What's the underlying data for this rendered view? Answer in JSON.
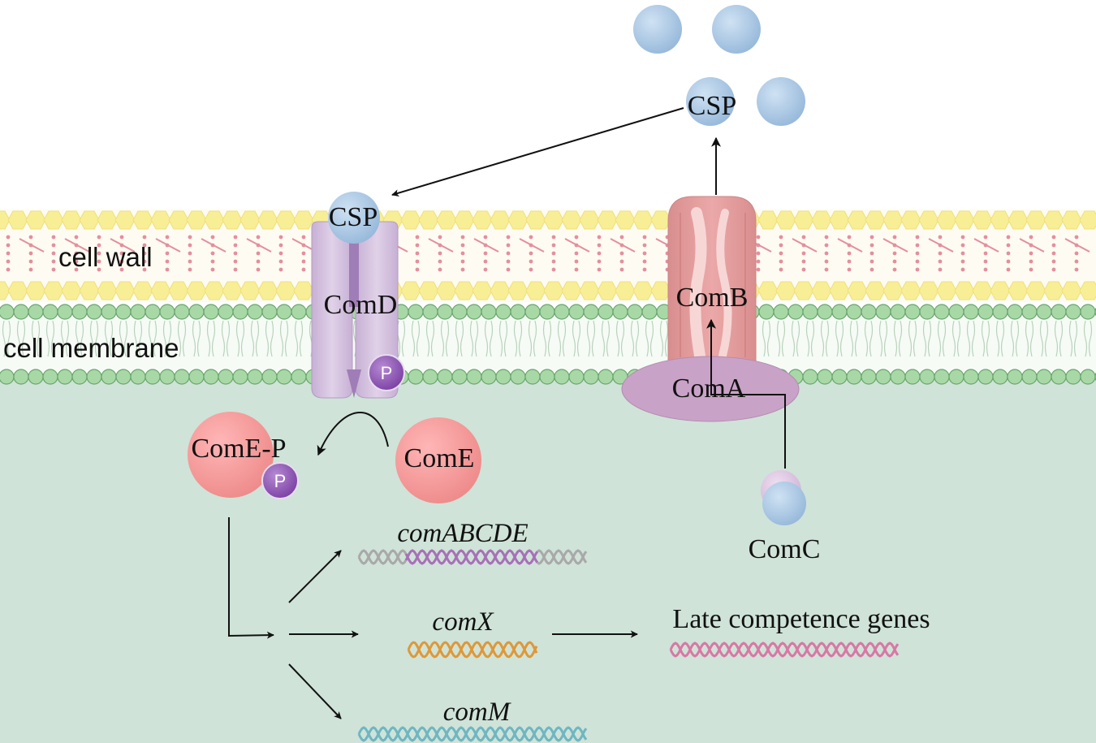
{
  "labels": {
    "csp_top": "CSP",
    "csp_receptor": "CSP",
    "cell_wall": "cell wall",
    "cell_membrane": "cell membrane",
    "comD": "ComD",
    "comB": "ComB",
    "comA": "ComA",
    "comE_P": "ComE-P",
    "comE": "ComE",
    "comC": "ComC",
    "phospho_1": "P",
    "phospho_2": "P",
    "gene_comABCDE": "comABCDE",
    "gene_comX": "comX",
    "gene_comM": "comM",
    "late_genes": "Late competence  genes"
  },
  "colors": {
    "cytoplasm": "#cfe3d8",
    "cell_wall_band": "#f8ee96",
    "cell_wall_dots": "#e58e9e",
    "membrane_head": "#a8d8a6",
    "membrane_head_stroke": "#6aa56d",
    "csp": "#a9c8e4",
    "comD": "#cdb7d8",
    "comB": "#e09c9c",
    "comA": "#c79bc1",
    "comE": "#f49e9e",
    "phospho": "#8e55b3",
    "dna_comABCDE": "#a870b8",
    "dna_comX": "#de9838",
    "dna_comM": "#6fb6c2",
    "dna_late": "#d878a4"
  }
}
